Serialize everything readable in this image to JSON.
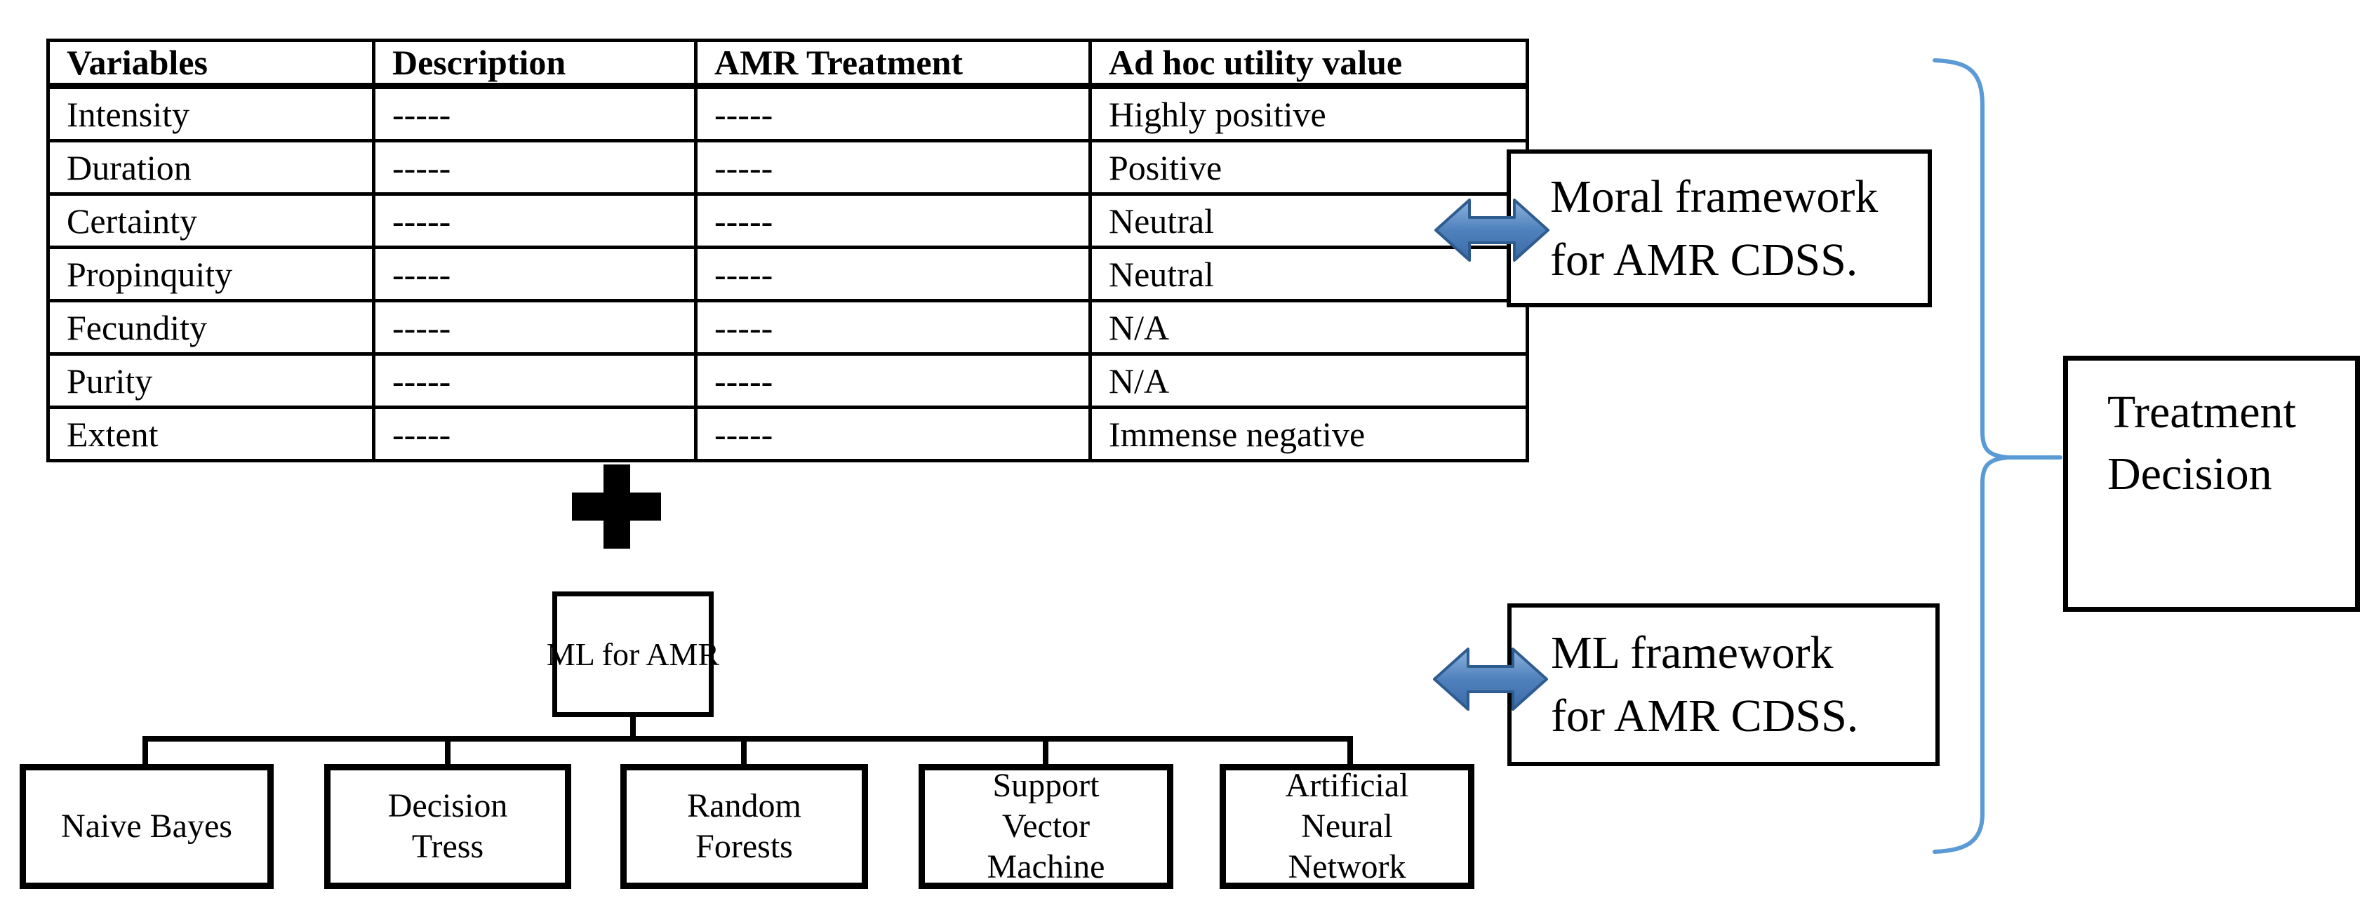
{
  "colors": {
    "arrow_fill": "#4f81bd",
    "arrow_highlight": "#8fb4dc",
    "arrow_shadow": "#3c6ba5",
    "arrow_stroke": "#2f5c8f",
    "brace_blue": "#5b9bd5"
  },
  "table": {
    "headers": [
      "Variables",
      "Description",
      "AMR Treatment",
      "Ad hoc utility value"
    ],
    "rows": [
      {
        "variable": "Intensity",
        "description": "-----",
        "amr_treatment": "-----",
        "utility": "Highly positive"
      },
      {
        "variable": "Duration",
        "description": "-----",
        "amr_treatment": "-----",
        "utility": "Positive"
      },
      {
        "variable": "Certainty",
        "description": "-----",
        "amr_treatment": "-----",
        "utility": "Neutral"
      },
      {
        "variable": "Propinquity",
        "description": "-----",
        "amr_treatment": "-----",
        "utility": "Neutral"
      },
      {
        "variable": "Fecundity",
        "description": "-----",
        "amr_treatment": "-----",
        "utility": "N/A"
      },
      {
        "variable": "Purity",
        "description": "-----",
        "amr_treatment": "-----",
        "utility": "N/A"
      },
      {
        "variable": "Extent",
        "description": "-----",
        "amr_treatment": "-----",
        "utility": "Immense negative"
      }
    ]
  },
  "ml_tree": {
    "root": "ML for AMR",
    "children": [
      {
        "label": "Naive Bayes"
      },
      {
        "label": "Decision\nTress"
      },
      {
        "label": "Random\nForests"
      },
      {
        "label": "Support\nVector\nMachine"
      },
      {
        "label": "Artificial\nNeural\nNetwork"
      }
    ]
  },
  "annotations": {
    "moral_framework": "Moral framework\nfor AMR CDSS.",
    "ml_framework": "ML framework\nfor AMR CDSS.",
    "treatment_decision": "Treatment\nDecision"
  }
}
